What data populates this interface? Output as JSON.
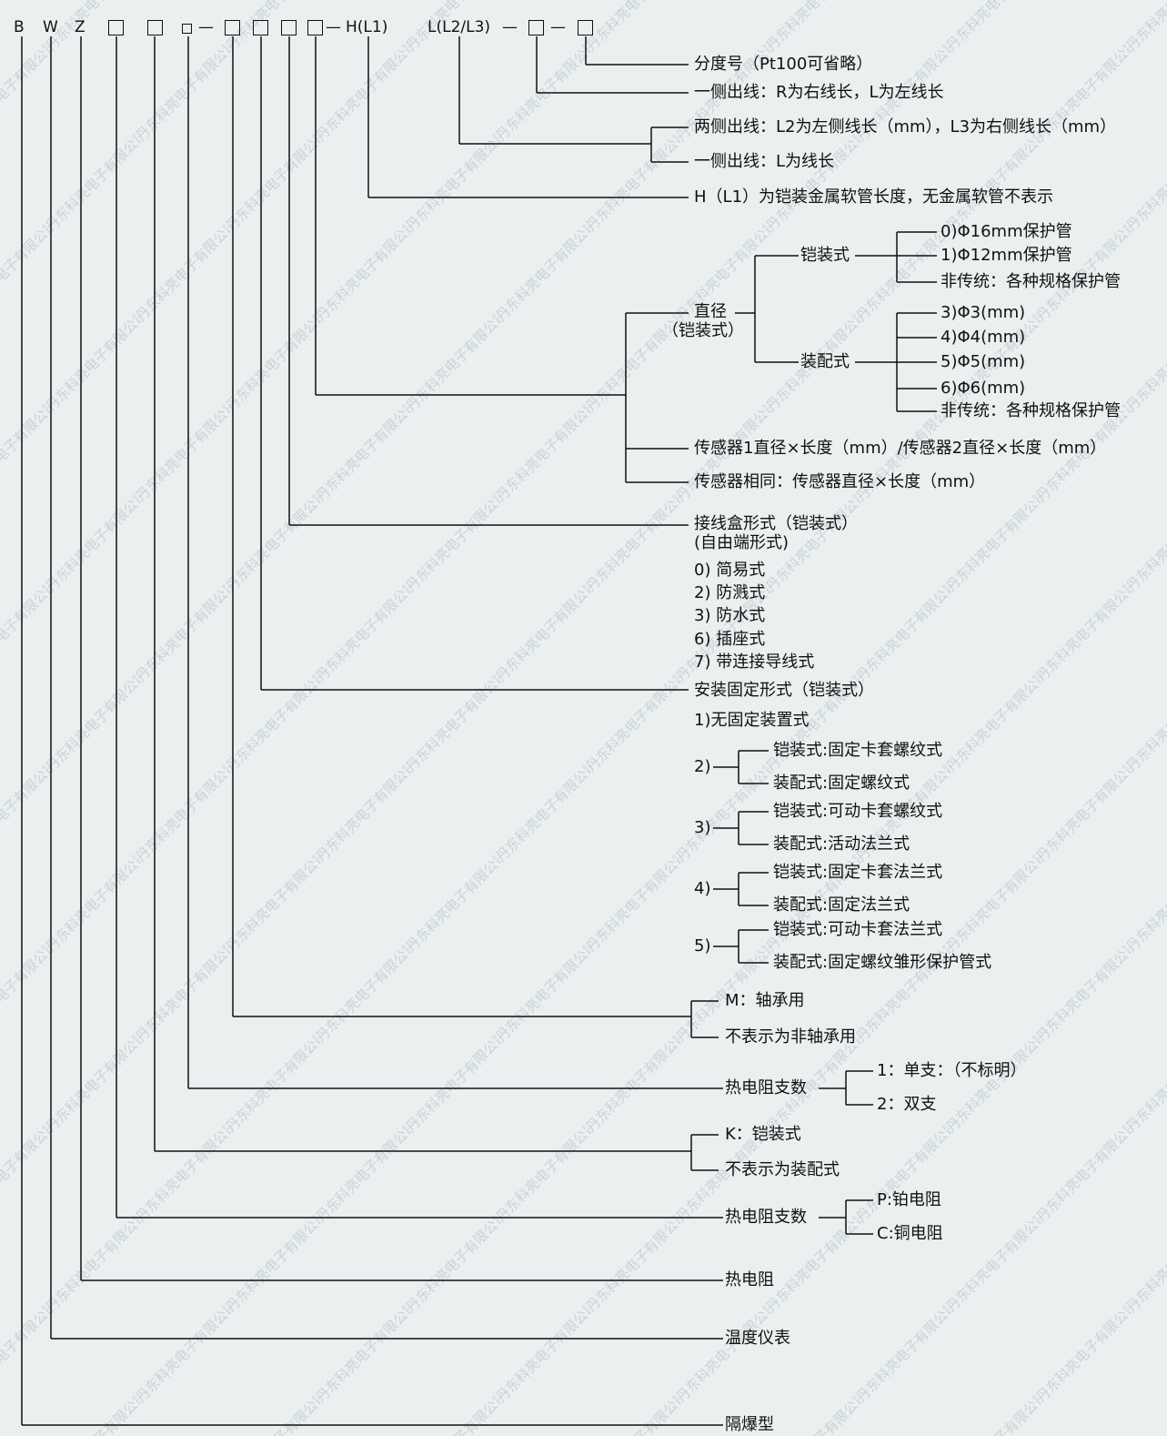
{
  "header": {
    "letters": [
      "B",
      "W",
      "Z"
    ],
    "dashes": [
      "—",
      "—",
      "—",
      "—",
      "—"
    ],
    "h_label": "H(L1)",
    "l_label": "L(L2/L3)"
  },
  "labels": {
    "division": "分度号（Pt100可省略）",
    "one_side_rl": "一侧出线：R为右线长，L为左线长",
    "two_side": "两侧出线：L2为左侧线长（mm），L3为右侧线长（mm）",
    "one_side_l": "一侧出线：L为线长",
    "h_l1": "H（L1）为铠装金属软管长度，无金属软管不表示",
    "armored": "铠装式",
    "d0": "0)Φ16mm保护管",
    "d1": "1)Φ12mm保护管",
    "d_ns1": "非传统：各种规格保护管",
    "diameter": "直径",
    "diameter_sub": "（铠装式）",
    "assembled": "装配式",
    "d3": "3)Φ3(mm)",
    "d4": "4)Φ4(mm)",
    "d5": "5)Φ5(mm)",
    "d6": "6)Φ6(mm)",
    "d_ns2": "非传统：各种规格保护管",
    "sensor_diff": "传感器1直径×长度（mm）/传感器2直径×长度（mm）",
    "sensor_same": "传感器相同：传感器直径×长度（mm）",
    "jbox": "接线盒形式（铠装式）",
    "jbox_sub": "(自由端形式)",
    "jb0": "0) 简易式",
    "jb2": "2) 防溅式",
    "jb3": "3) 防水式",
    "jb6": "6) 插座式",
    "jb7": "7) 带连接导线式",
    "mount": "安装固定形式（铠装式）",
    "m1": "1)无固定装置式",
    "m2": "2)",
    "m2a": "铠装式:固定卡套螺纹式",
    "m2b": "装配式:固定螺纹式",
    "m3": "3)",
    "m3a": "铠装式:可动卡套螺纹式",
    "m3b": "装配式:活动法兰式",
    "m4": "4)",
    "m4a": "铠装式:固定卡套法兰式",
    "m4b": "装配式:固定法兰式",
    "m5": "5)",
    "m5a": "铠装式:可动卡套法兰式",
    "m5b": "装配式:固定螺纹雏形保护管式",
    "bearing_m": "M：轴承用",
    "bearing_none": "不表示为非轴承用",
    "count_title": "热电阻支数",
    "count1": "1：单支：（不标明）",
    "count2": "2：双支",
    "k_armored": "K：铠装式",
    "k_none": "不表示为装配式",
    "type_title": "热电阻支数",
    "pt": "P:铂电阻",
    "cu": "C:铜电阻",
    "rtd": "热电阻",
    "instrument": "温度仪表",
    "explosion": "隔爆型"
  },
  "watermark": "丹东科亮电子有限公司"
}
